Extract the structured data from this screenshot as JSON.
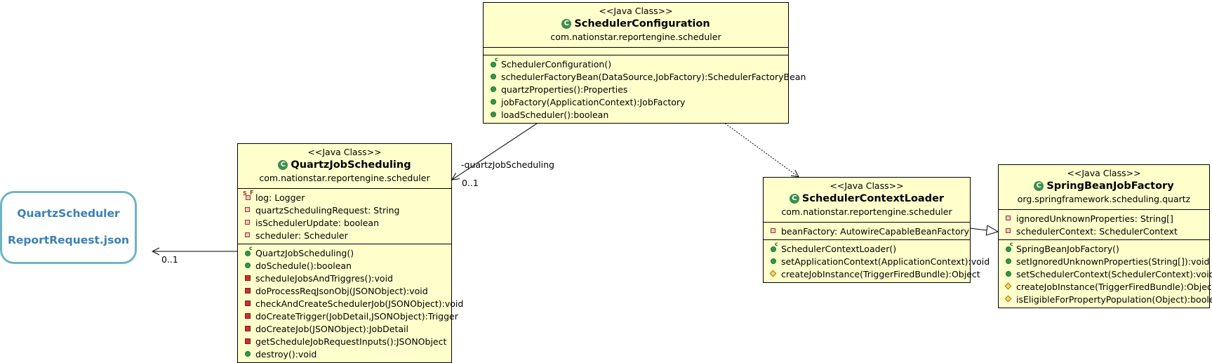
{
  "classes": {
    "scheduler_configuration": {
      "stereotype": "<<Java Class>>",
      "name": "SchedulerConfiguration",
      "package": "com.nationstar.reportengine.scheduler",
      "attributes": [],
      "methods": [
        {
          "vis": "ctor",
          "text": "SchedulerConfiguration()"
        },
        {
          "vis": "pub",
          "text": "schedulerFactoryBean(DataSource,JobFactory):SchedulerFactoryBean"
        },
        {
          "vis": "pub",
          "text": "quartzProperties():Properties"
        },
        {
          "vis": "pub",
          "text": "jobFactory(ApplicationContext):JobFactory"
        },
        {
          "vis": "pub",
          "text": "loadScheduler():boolean"
        }
      ]
    },
    "quartz_job_scheduling": {
      "stereotype": "<<Java Class>>",
      "name": "QuartzJobScheduling",
      "package": "com.nationstar.reportengine.scheduler",
      "attributes": [
        {
          "vis": "sf",
          "text": "log: Logger"
        },
        {
          "vis": "priv",
          "text": "quartzSchedulingRequest: String"
        },
        {
          "vis": "priv",
          "text": "isSchedulerUpdate: boolean"
        },
        {
          "vis": "priv",
          "text": "scheduler: Scheduler"
        }
      ],
      "methods": [
        {
          "vis": "ctor",
          "text": "QuartzJobScheduling()"
        },
        {
          "vis": "pub",
          "text": "doSchedule():boolean"
        },
        {
          "vis": "privm",
          "text": "scheduleJobsAndTriggres():void"
        },
        {
          "vis": "privm",
          "text": "doProcessReqJsonObj(JSONObject):void"
        },
        {
          "vis": "privm",
          "text": "checkAndCreateSchedulerJob(JSONObject):void"
        },
        {
          "vis": "privm",
          "text": "doCreateTrigger(JobDetail,JSONObject):Trigger"
        },
        {
          "vis": "privm",
          "text": "doCreateJob(JSONObject):JobDetail"
        },
        {
          "vis": "privm",
          "text": "getScheduleJobRequestInputs():JSONObject"
        },
        {
          "vis": "pub",
          "text": "destroy():void"
        }
      ]
    },
    "scheduler_context_loader": {
      "stereotype": "<<Java Class>>",
      "name": "SchedulerContextLoader",
      "package": "com.nationstar.reportengine.scheduler",
      "attributes": [
        {
          "vis": "priv",
          "text": "beanFactory: AutowireCapableBeanFactory"
        }
      ],
      "methods": [
        {
          "vis": "ctor",
          "text": "SchedulerContextLoader()"
        },
        {
          "vis": "pub",
          "text": "setApplicationContext(ApplicationContext):void"
        },
        {
          "vis": "prot",
          "text": "createJobInstance(TriggerFiredBundle):Object"
        }
      ]
    },
    "spring_bean_job_factory": {
      "stereotype": "<<Java Class>>",
      "name": "SpringBeanJobFactory",
      "package": "org.springframework.scheduling.quartz",
      "attributes": [
        {
          "vis": "priv",
          "text": "ignoredUnknownProperties: String[]"
        },
        {
          "vis": "priv",
          "text": "schedulerContext: SchedulerContext"
        }
      ],
      "methods": [
        {
          "vis": "ctor",
          "text": "SpringBeanJobFactory()"
        },
        {
          "vis": "pub",
          "text": "setIgnoredUnknownProperties(String[]):void"
        },
        {
          "vis": "pub",
          "text": "setSchedulerContext(SchedulerContext):void"
        },
        {
          "vis": "prot",
          "text": "createJobInstance(TriggerFiredBundle):Object"
        },
        {
          "vis": "prot",
          "text": "isEligibleForPropertyPopulation(Object):boolean"
        }
      ]
    }
  },
  "note": {
    "line1": "QuartzScheduler",
    "line2": "ReportRequest.json"
  },
  "edge_labels": {
    "assoc_role": "-quartzJobScheduling",
    "assoc_mult": "0..1",
    "json_mult": "0..1"
  }
}
